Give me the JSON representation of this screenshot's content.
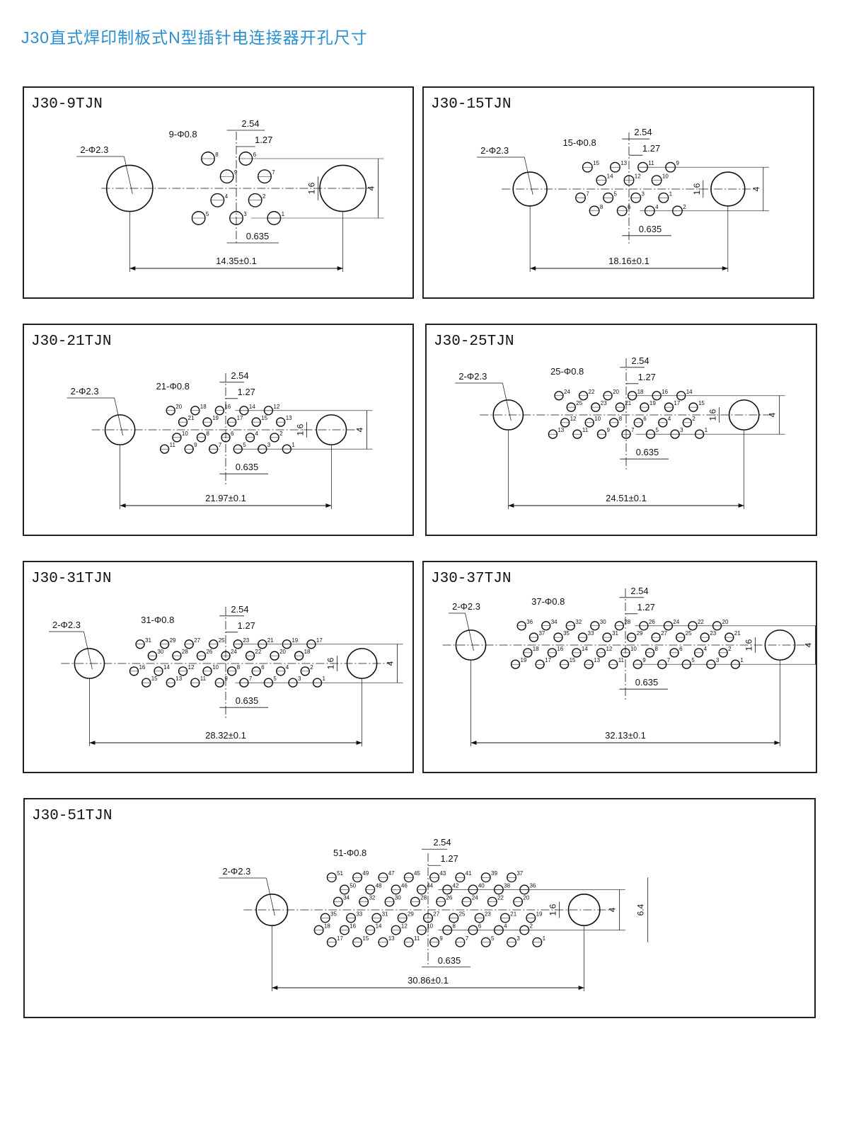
{
  "title": "J30直式焊印制板式N型插针电连接器开孔尺寸",
  "panels": [
    {
      "label": "J30-9TJN",
      "pin_callout": "9-Φ0.8",
      "mount_callout": "2-Φ2.3",
      "dim_pitch": "2.54",
      "dim_half": "1.27",
      "dim_offset": "0.635",
      "dim_row": "1.6",
      "dim_height": "4",
      "span": "14.35±0.1",
      "rows": [
        [
          8,
          6
        ],
        [
          9,
          7
        ],
        [
          4,
          2
        ],
        [
          5,
          3,
          1
        ]
      ]
    },
    {
      "label": "J30-15TJN",
      "pin_callout": "15-Φ0.8",
      "mount_callout": "2-Φ2.3",
      "dim_pitch": "2.54",
      "dim_half": "1.27",
      "dim_offset": "0.635",
      "dim_row": "1.6",
      "dim_height": "4",
      "span": "18.16±0.1",
      "rows": [
        [
          15,
          13,
          11,
          9
        ],
        [
          14,
          12,
          10
        ],
        [
          7,
          5,
          3,
          1
        ],
        [
          8,
          6,
          4,
          2
        ]
      ]
    },
    {
      "label": "J30-21TJN",
      "pin_callout": "21-Φ0.8",
      "mount_callout": "2-Φ2.3",
      "dim_pitch": "2.54",
      "dim_half": "1.27",
      "dim_offset": "0.635",
      "dim_row": "1.6",
      "dim_height": "4",
      "span": "21.97±0.1",
      "rows": [
        [
          20,
          18,
          16,
          14,
          12
        ],
        [
          21,
          19,
          17,
          15,
          13
        ],
        [
          10,
          8,
          6,
          4,
          2
        ],
        [
          11,
          9,
          7,
          5,
          3,
          1
        ]
      ]
    },
    {
      "label": "J30-25TJN",
      "pin_callout": "25-Φ0.8",
      "mount_callout": "2-Φ2.3",
      "dim_pitch": "2.54",
      "dim_half": "1.27",
      "dim_offset": "0.635",
      "dim_row": "1.6",
      "dim_height": "4",
      "span": "24.51±0.1",
      "rows": [
        [
          24,
          22,
          20,
          18,
          16,
          14
        ],
        [
          25,
          23,
          21,
          19,
          17,
          15
        ],
        [
          12,
          10,
          8,
          6,
          4,
          2
        ],
        [
          13,
          11,
          9,
          7,
          5,
          3,
          1
        ]
      ]
    },
    {
      "label": "J30-31TJN",
      "pin_callout": "31-Φ0.8",
      "mount_callout": "2-Φ2.3",
      "dim_pitch": "2.54",
      "dim_half": "1.27",
      "dim_offset": "0.635",
      "dim_row": "1.6",
      "dim_height": "4",
      "span": "28.32±0.1",
      "rows": [
        [
          31,
          29,
          27,
          25,
          23,
          21,
          19,
          17
        ],
        [
          30,
          28,
          26,
          24,
          22,
          20,
          18
        ],
        [
          16,
          14,
          12,
          10,
          8,
          6,
          4,
          2
        ],
        [
          15,
          13,
          11,
          9,
          7,
          5,
          3,
          1
        ]
      ]
    },
    {
      "label": "J30-37TJN",
      "pin_callout": "37-Φ0.8",
      "mount_callout": "2-Φ2.3",
      "dim_pitch": "2.54",
      "dim_half": "1.27",
      "dim_offset": "0.635",
      "dim_row": "1.6",
      "dim_height": "4",
      "span": "32.13±0.1",
      "rows": [
        [
          36,
          34,
          32,
          30,
          28,
          26,
          24,
          22,
          20
        ],
        [
          37,
          35,
          33,
          31,
          29,
          27,
          25,
          23,
          21
        ],
        [
          18,
          16,
          14,
          12,
          10,
          8,
          6,
          4,
          2
        ],
        [
          19,
          17,
          15,
          13,
          11,
          9,
          7,
          5,
          3,
          1
        ]
      ]
    },
    {
      "label": "J30-51TJN",
      "pin_callout": "51-Φ0.8",
      "mount_callout": "2-Φ2.3",
      "dim_pitch": "2.54",
      "dim_half": "1.27",
      "dim_offset": "0.635",
      "dim_row": "1.6",
      "dim_height": "4",
      "dim_outer": "6.4",
      "span": "30.86±0.1",
      "rows": [
        [
          51,
          49,
          47,
          45,
          43,
          41,
          39,
          37
        ],
        [
          50,
          48,
          46,
          44,
          42,
          40,
          38,
          36
        ],
        [
          34,
          32,
          30,
          28,
          26,
          24,
          22,
          20
        ],
        [
          35,
          33,
          31,
          29,
          27,
          25,
          23,
          21,
          19
        ],
        [
          18,
          16,
          14,
          12,
          10,
          8,
          6,
          4,
          2
        ],
        [
          17,
          15,
          13,
          11,
          9,
          7,
          5,
          3,
          1
        ]
      ]
    }
  ]
}
